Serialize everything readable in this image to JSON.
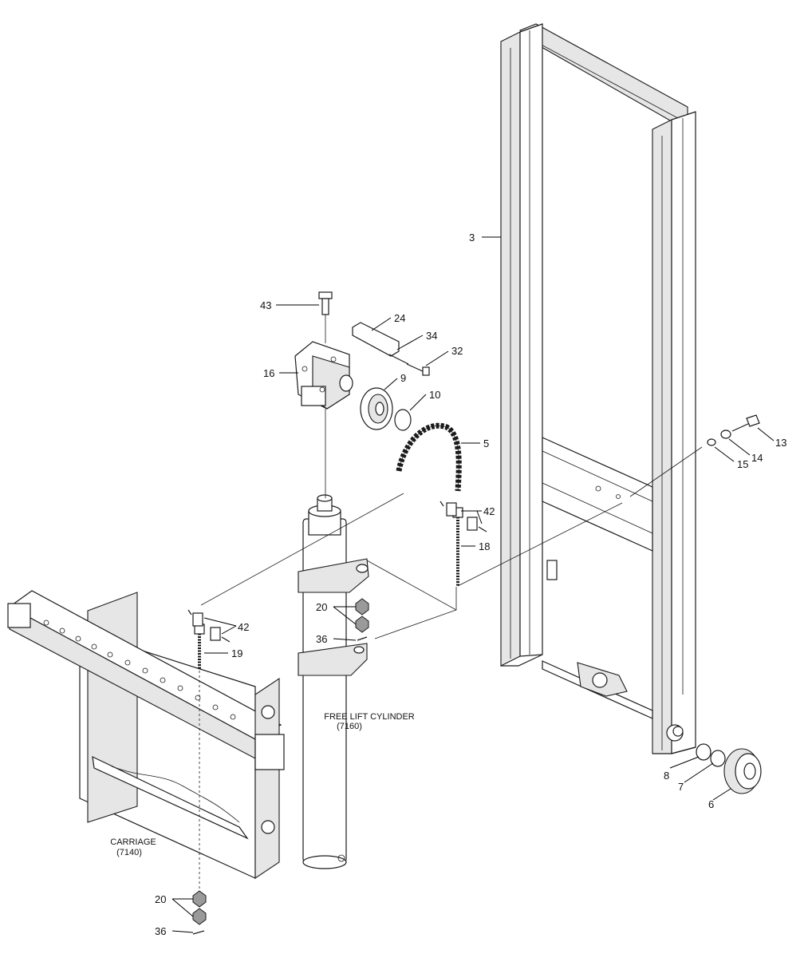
{
  "callouts": {
    "c3": "3",
    "c43": "43",
    "c24": "24",
    "c34": "34",
    "c32": "32",
    "c16": "16",
    "c9": "9",
    "c10": "10",
    "c5": "5",
    "c13": "13",
    "c14": "14",
    "c15": "15",
    "c42a": "42",
    "c18": "18",
    "c42b": "42",
    "c19": "19",
    "c20a": "20",
    "c36a": "36",
    "c8": "8",
    "c7": "7",
    "c6": "6",
    "c20b": "20",
    "c36b": "36"
  },
  "assemblies": {
    "free_lift_name": "FREE LIFT CYLINDER",
    "free_lift_ref": "(7160)",
    "carriage_name": "CARRIAGE",
    "carriage_ref": "(7140)"
  }
}
